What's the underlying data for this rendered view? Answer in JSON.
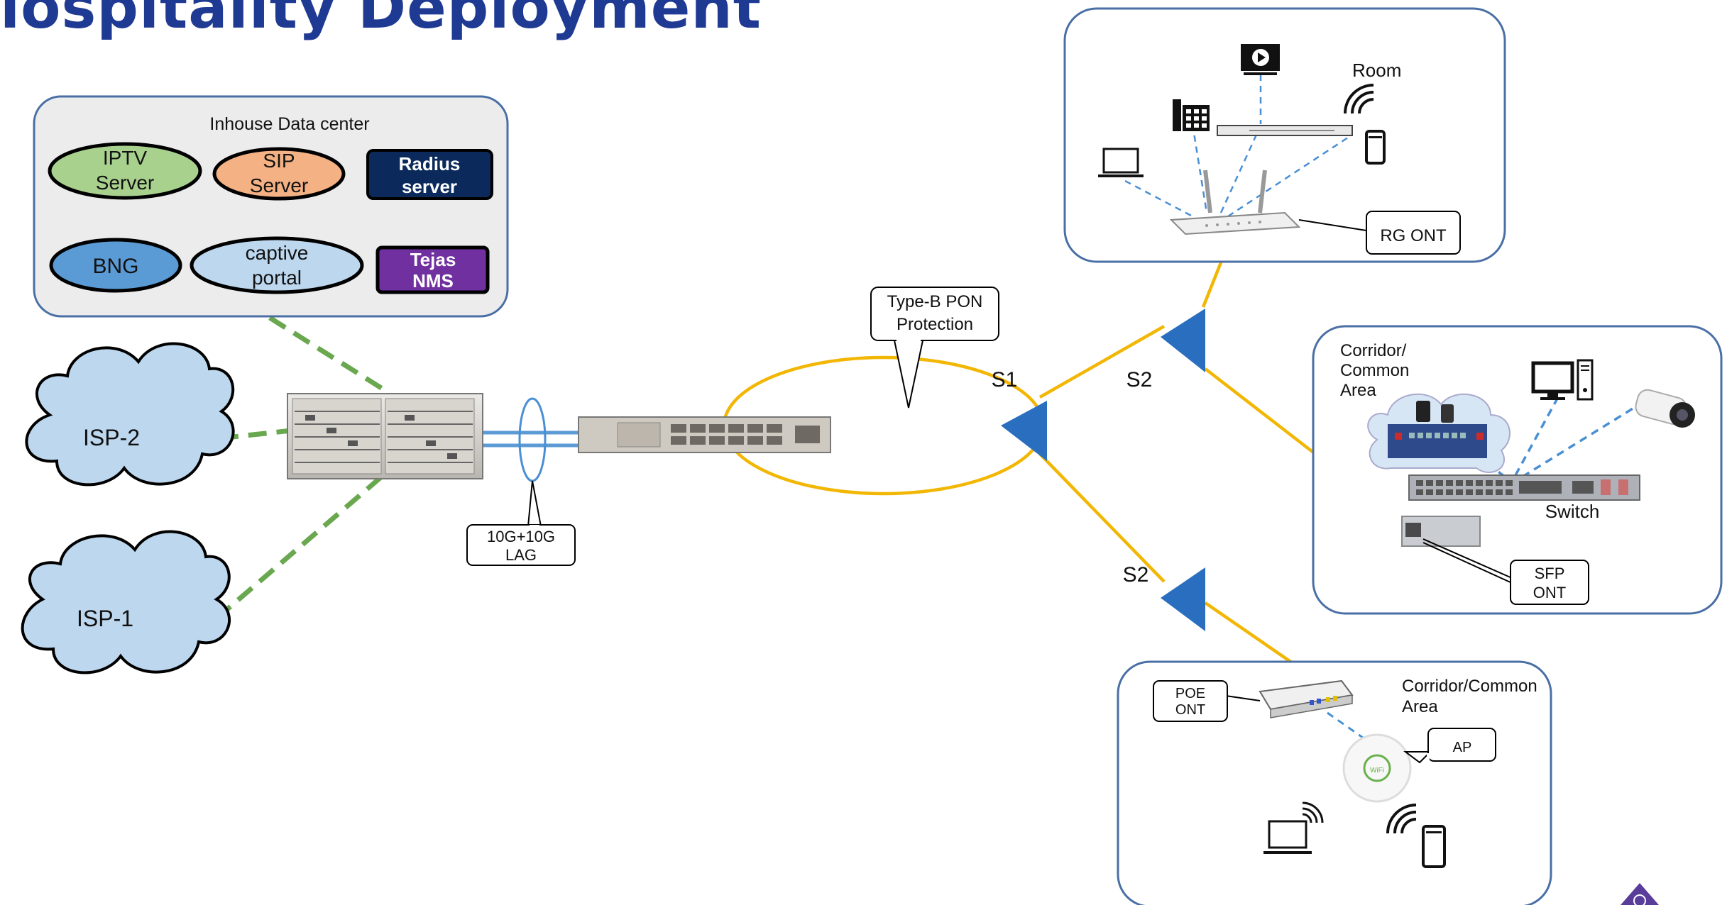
{
  "title": "lospitality Deployment",
  "datacenter": {
    "label": "Inhouse Data center",
    "iptv": [
      "IPTV",
      "Server"
    ],
    "sip": [
      "SIP",
      "Server"
    ],
    "radius": [
      "Radius",
      "server"
    ],
    "bng": "BNG",
    "captive": [
      "captive",
      "portal"
    ],
    "nms": [
      "Tejas",
      "NMS"
    ]
  },
  "isp2": "ISP-2",
  "isp1": "ISP-1",
  "lag": [
    "10G+10G",
    "LAG"
  ],
  "pon": [
    "Type-B PON",
    "Protection"
  ],
  "splitters": {
    "s1": "S1",
    "s2_top": "S2",
    "s2_bottom": "S2"
  },
  "room": {
    "label": "Room",
    "ont": "RG ONT"
  },
  "corridor1": {
    "label": [
      "Corridor/",
      "Common",
      "Area"
    ],
    "switch": "Switch",
    "ont": [
      "SFP",
      "ONT"
    ]
  },
  "corridor2": {
    "label": [
      "Corridor/Common",
      "Area"
    ],
    "ont": [
      "POE",
      "ONT"
    ],
    "ap": "AP",
    "ap_logo": "WiFi"
  },
  "colors": {
    "fiber": "#f2b705",
    "green_link": "#6aa84f",
    "blue_link": "#4a8fd4",
    "title": "#1f3a93",
    "splitter": "#2a6fbf"
  }
}
